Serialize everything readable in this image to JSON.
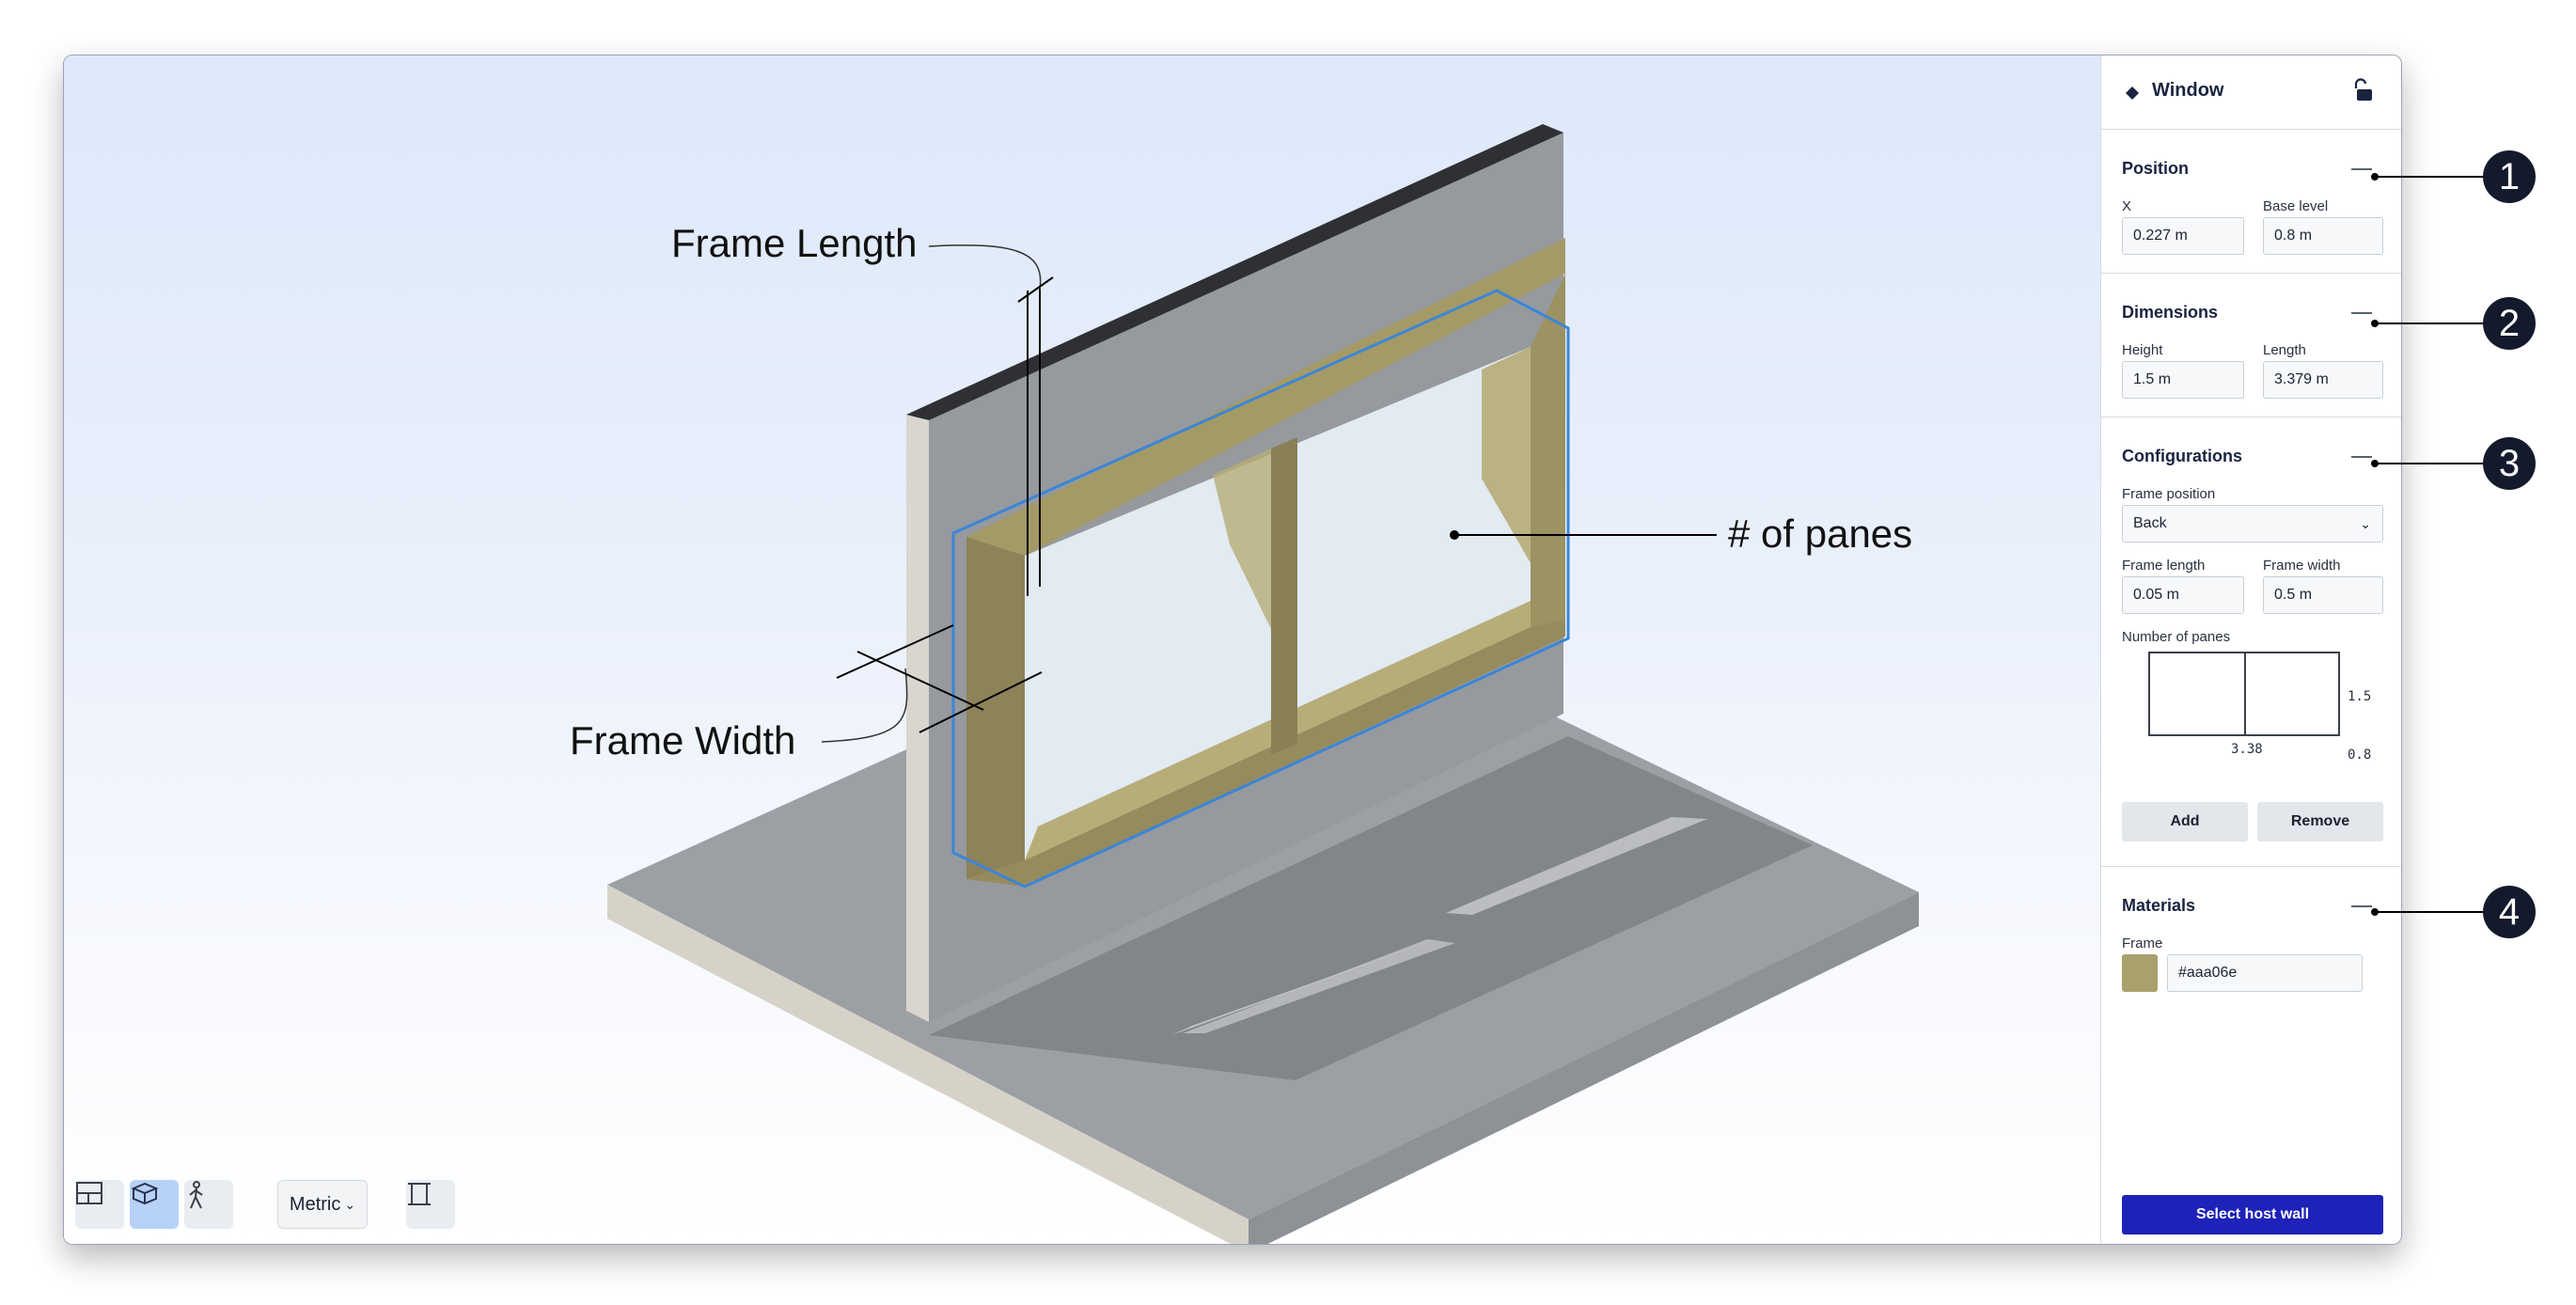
{
  "annotations": {
    "frame_length": "Frame Length",
    "frame_width": "Frame Width",
    "panes": "# of panes"
  },
  "toolbar": {
    "units_select": "Metric",
    "items": [
      "plan-view-icon",
      "3d-view-icon",
      "walk-mode-icon",
      "frame-toggle-icon"
    ]
  },
  "panel": {
    "title": "Window",
    "icon": "diamond-icon",
    "lock_icon": "unlock-icon",
    "position": {
      "title": "Position",
      "x_label": "X",
      "x_value": "0.227 m",
      "base_label": "Base level",
      "base_value": "0.8 m"
    },
    "dimensions": {
      "title": "Dimensions",
      "height_label": "Height",
      "height_value": "1.5 m",
      "length_label": "Length",
      "length_value": "3.379 m"
    },
    "configurations": {
      "title": "Configurations",
      "frame_position_label": "Frame position",
      "frame_position_value": "Back",
      "frame_length_label": "Frame length",
      "frame_length_value": "0.05 m",
      "frame_width_label": "Frame width",
      "frame_width_value": "0.5 m",
      "panes_label": "Number of panes",
      "pane_height": "1.5",
      "pane_length": "3.38",
      "pane_base": "0.8",
      "add_label": "Add",
      "remove_label": "Remove"
    },
    "materials": {
      "title": "Materials",
      "frame_label": "Frame",
      "frame_color": "#aaa06e"
    },
    "select_host_wall": "Select host wall"
  },
  "callouts": [
    "1",
    "2",
    "3",
    "4"
  ],
  "colors": {
    "frame": "#aaa06e",
    "primary": "#1e22b8",
    "selection": "#3a86d8",
    "callout": "#131a2c"
  }
}
